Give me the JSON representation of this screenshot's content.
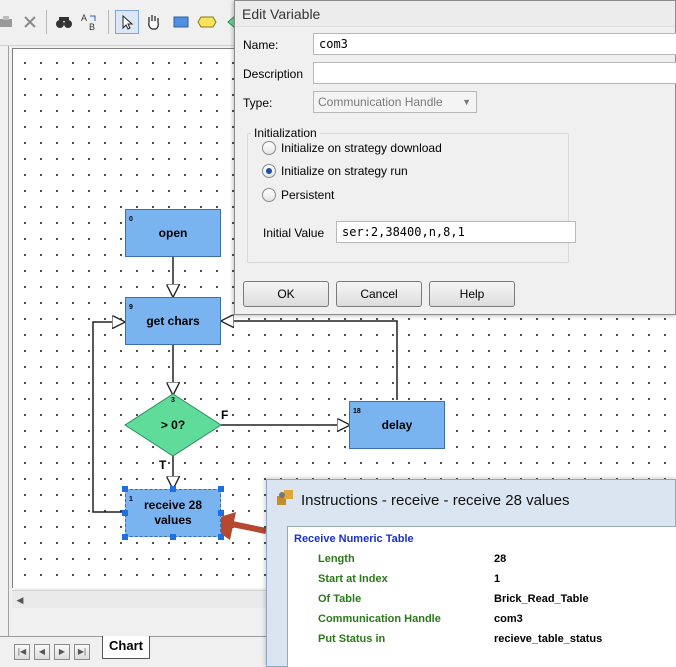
{
  "toolbar": {
    "icons": [
      "tool-icon",
      "delete-icon",
      "find-icon",
      "replace-icon",
      "select-pointer-icon",
      "pan-hand-icon",
      "action-block-icon",
      "condition-block-icon",
      "continue-block-icon"
    ]
  },
  "chart": {
    "tab_label": "Chart",
    "nodes": [
      {
        "id": "0",
        "label": "open"
      },
      {
        "id": "9",
        "label": "get chars"
      },
      {
        "id": "3",
        "label": "> 0?"
      },
      {
        "id": "18",
        "label": "delay"
      },
      {
        "id": "1",
        "label_line1": "receive 28",
        "label_line2": "values"
      }
    ],
    "edge_false": "F",
    "edge_true": "T"
  },
  "edit_variable": {
    "title": "Edit Variable",
    "name_label": "Name:",
    "name_value": "com3",
    "description_label": "Description",
    "description_value": "",
    "type_label": "Type:",
    "type_value": "Communication Handle",
    "init_group_label": "Initialization",
    "radio_download": "Initialize on strategy download",
    "radio_run": "Initialize on strategy run",
    "radio_persistent": "Persistent",
    "selected_radio": "run",
    "initial_value_label": "Initial Value",
    "initial_value": "ser:2,38400,n,8,1",
    "ok_label": "OK",
    "cancel_label": "Cancel",
    "help_label": "Help"
  },
  "instructions": {
    "title": "Instructions - receive - receive 28 values",
    "heading": "Receive Numeric Table",
    "params": [
      {
        "name": "Length",
        "value": "28"
      },
      {
        "name": "Start at Index",
        "value": "1"
      },
      {
        "name": "Of Table",
        "value": "Brick_Read_Table"
      },
      {
        "name": "Communication Handle",
        "value": "com3"
      },
      {
        "name": "Put Status in",
        "value": "recieve_table_status"
      }
    ]
  },
  "colors": {
    "block_fill": "#7ab4f0",
    "condition_fill": "#5fdb9a",
    "arrow_red": "#b5482e",
    "param_name": "#2a7a1a",
    "heading_blue": "#1a2fd0"
  }
}
